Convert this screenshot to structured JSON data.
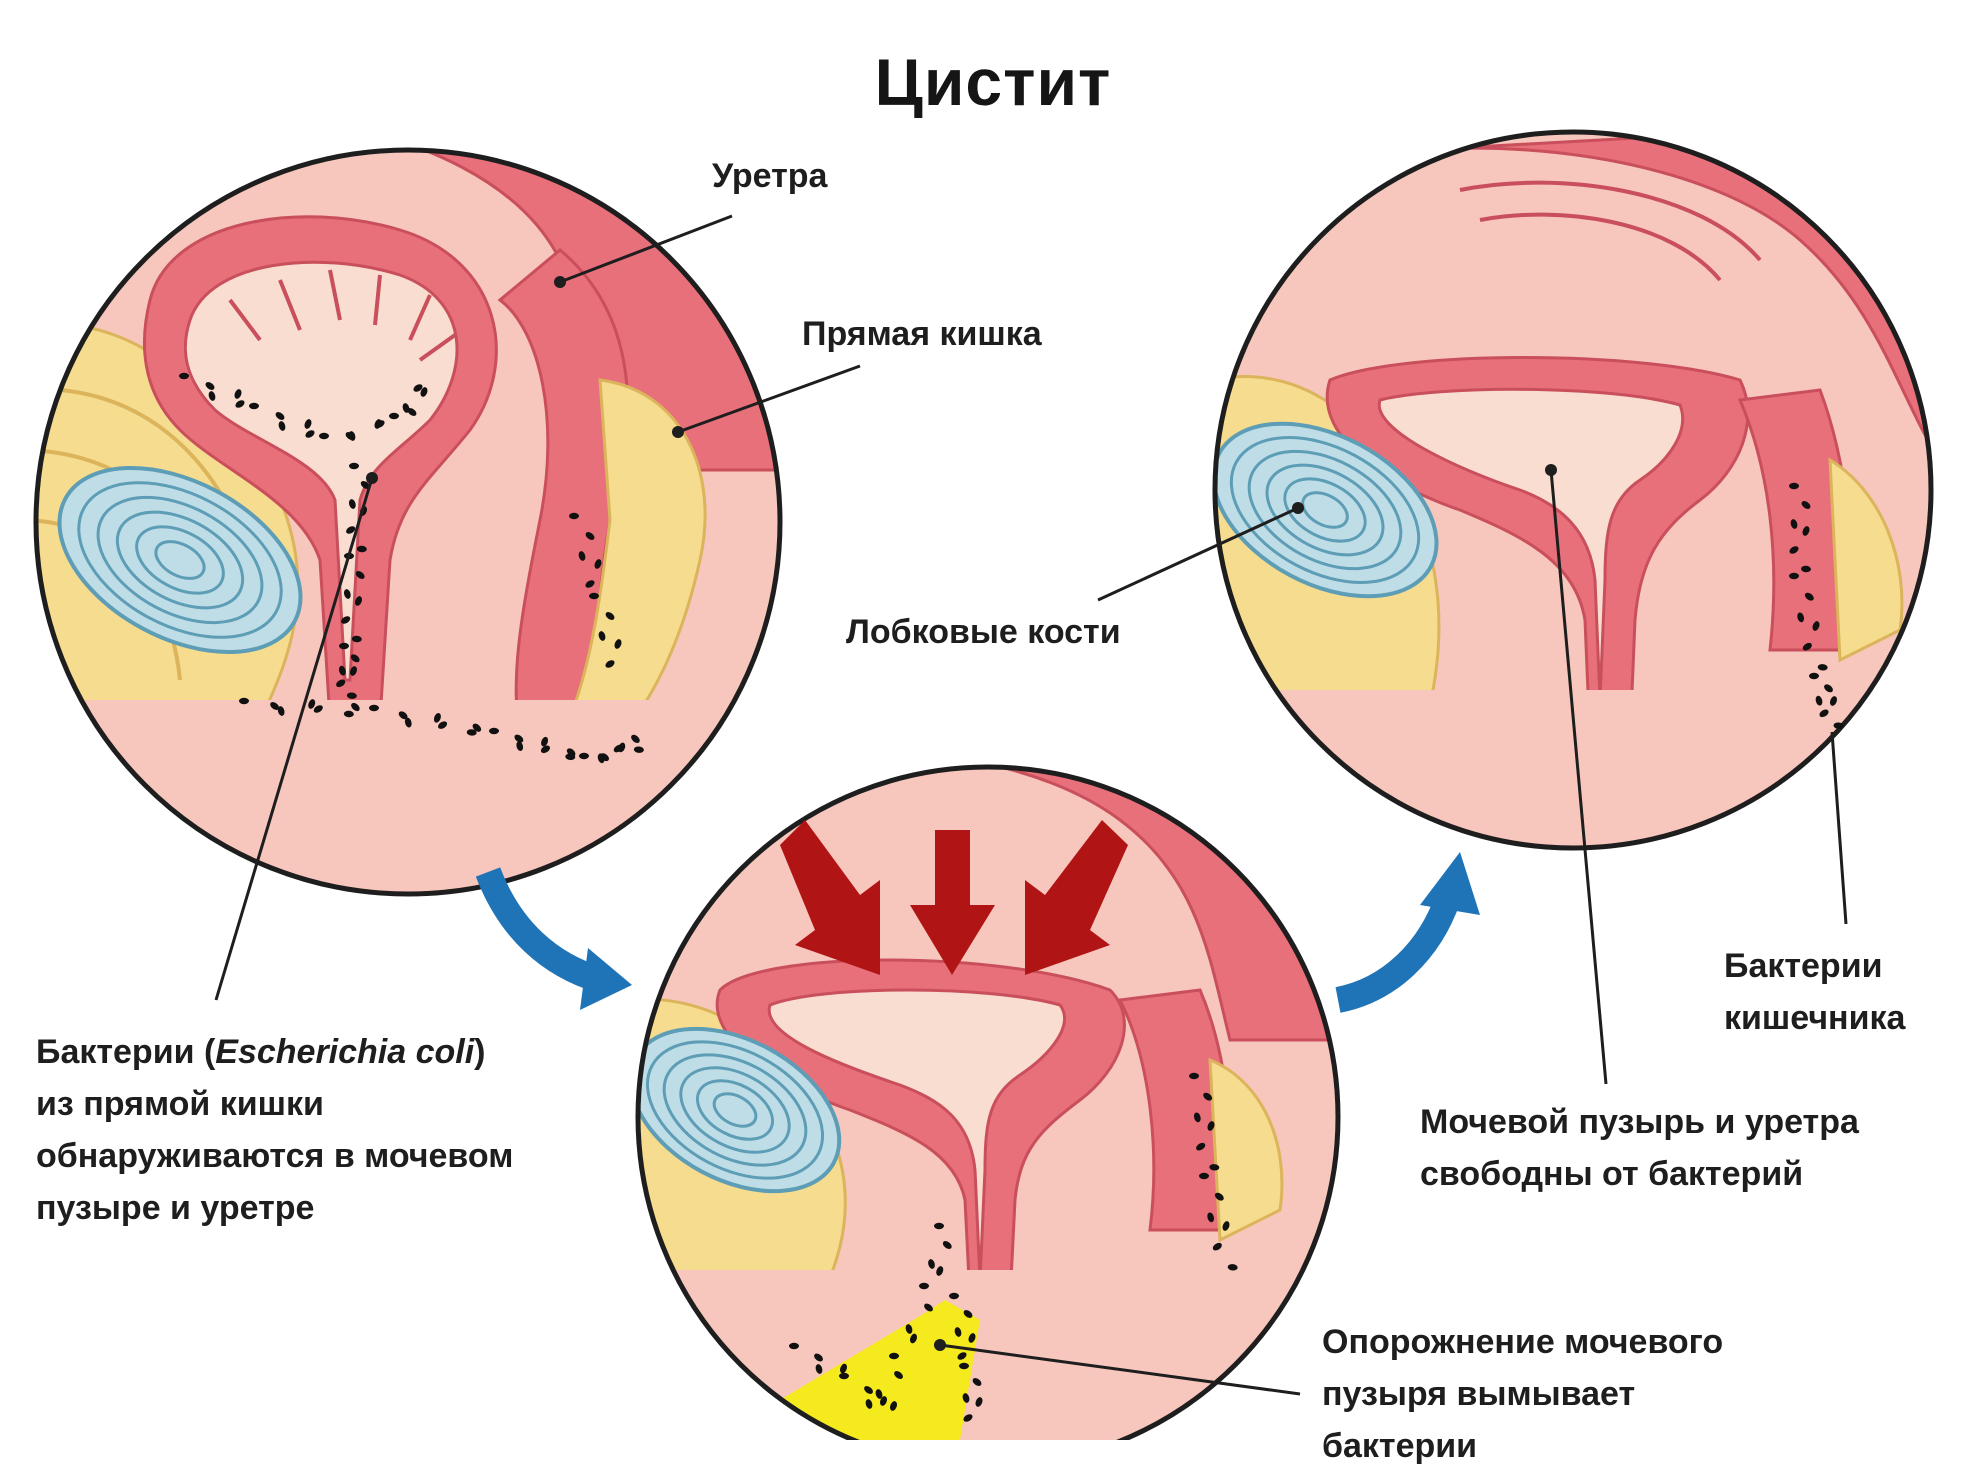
{
  "title": "Цистит",
  "labels": {
    "urethra": "Уретра",
    "rectum": "Прямая кишка",
    "pubic_bones": "Лобковые кости",
    "bacteria_text": {
      "prefix": "Бактерии (",
      "italic": "Escherichia coli",
      "suffix": ")",
      "line2": "из прямой кишки",
      "line3": "обнаруживаются в мочевом",
      "line4": "пузыре и уретре"
    },
    "intestinal_bacteria": {
      "line1": "Бактерии",
      "line2": "кишечника"
    },
    "bladder_clear": {
      "line1": "Мочевой пузырь и уретра",
      "line2": "свободны от бактерий"
    },
    "emptying": {
      "line1": "Опорожнение мочевого",
      "line2": "пузыря вымывает",
      "line3": "бактерии"
    }
  },
  "colors": {
    "circle_bg": "#f7c6bc",
    "muscle": "#e8707a",
    "muscle_stripe": "#c94f5c",
    "fat": "#f6dc8e",
    "fat_stripe": "#dcb45c",
    "bone": "#bfdde6",
    "bone_ring": "#5d9db6",
    "lumen": "#f9ddd0",
    "bacteria": "#111111",
    "flow_arrow": "#1f74b8",
    "pressure_arrow": "#b11414",
    "spray": "#f5ea1e",
    "outline": "#1e1e1e"
  }
}
